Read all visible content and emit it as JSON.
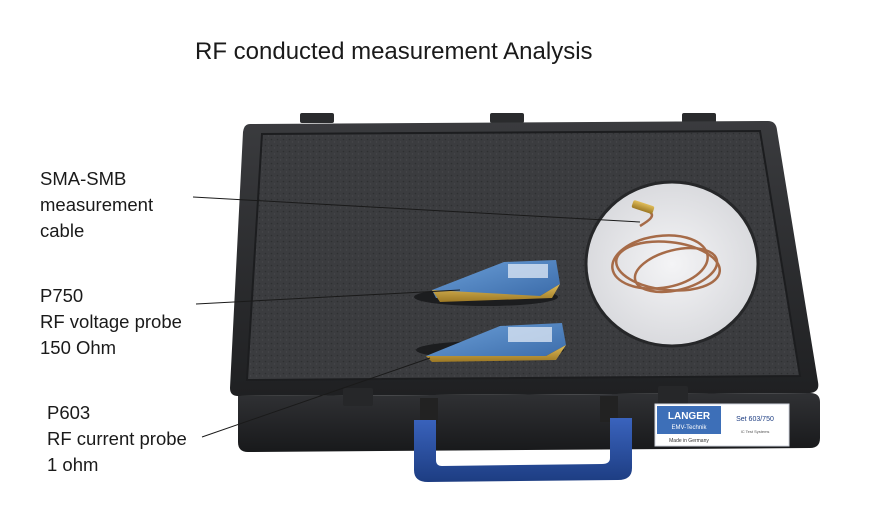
{
  "title": "RF conducted measurement Analysis",
  "callouts": [
    {
      "lines": [
        "SMA-SMB",
        "measurement",
        "cable"
      ]
    },
    {
      "lines": [
        "P750",
        "RF voltage probe",
        "150 Ohm"
      ]
    },
    {
      "lines": [
        "P603",
        "RF current probe",
        "1 ohm"
      ]
    }
  ],
  "case_label": {
    "brand": "LANGER",
    "sub": "EMV-Technik",
    "origin": "Made in Germany",
    "set_id": "Set 603/750",
    "small": "IC Test Systems"
  },
  "colors": {
    "case": "#2b2c2e",
    "foam": "#3a3b3d",
    "handle": "#2a4fa0",
    "probe_body": "#4f86c6",
    "probe_tip": "#c9a13a",
    "cable": "#a66b48"
  }
}
